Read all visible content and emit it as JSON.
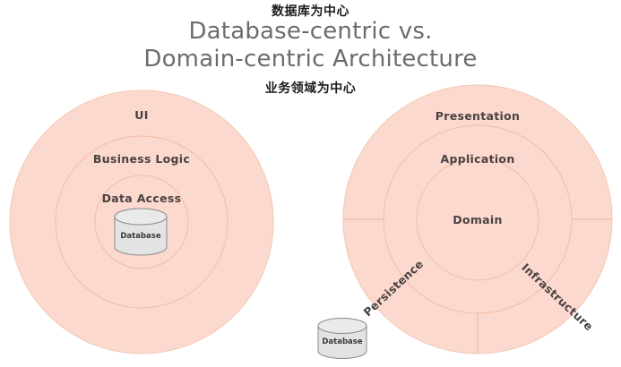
{
  "title": {
    "cn_top": "数据库为中心",
    "cn_bottom": "业务领域为中心",
    "main": "Database-centric vs.\nDomain-centric Architecture"
  },
  "colors": {
    "ring_fill": "#fcd9ce",
    "ring_stroke": "#f2c2ae",
    "label_text": "#4a4242",
    "title_text": "#6e6b6b",
    "cn_text": "#1c1c1c",
    "cylinder_fill": "#e3e3e3",
    "cylinder_stroke": "#8a8a8a",
    "background": "#ffffff"
  },
  "left_diagram": {
    "name": "database-centric",
    "layers": [
      {
        "label": "UI"
      },
      {
        "label": "Business Logic"
      },
      {
        "label": "Data Access"
      }
    ],
    "database": {
      "label": "Database"
    }
  },
  "right_diagram": {
    "name": "domain-centric",
    "layers": [
      {
        "label": "Presentation"
      },
      {
        "label": "Application"
      },
      {
        "label": "Domain"
      }
    ],
    "sectors": [
      {
        "label": "Persistence"
      },
      {
        "label": "Infrastructure"
      }
    ],
    "database": {
      "label": "Database"
    }
  }
}
